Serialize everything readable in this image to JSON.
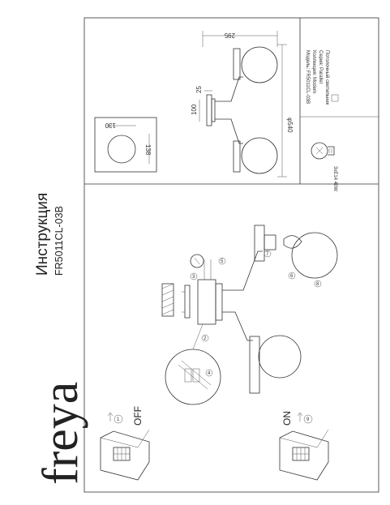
{
  "brand": "freya",
  "title": "Инструкция",
  "model_code": "FR5011CL-03B",
  "steps": [
    "1",
    "2",
    "3",
    "4",
    "5",
    "6",
    "7",
    "8",
    "9"
  ],
  "switch": {
    "off_label": "OFF",
    "on_label": "ON"
  },
  "dimensions": {
    "width": "295",
    "height": "φ540",
    "base_d": "100",
    "base_h": "25",
    "plate_w": "130",
    "plate_h": "138"
  },
  "lamp": {
    "label": "3хE14 40W"
  },
  "specs": {
    "model": "Модель: FR5011CL-03B",
    "collection": "Коллекция: Modern",
    "series": "Серия: Parallel",
    "type": "Потолочный светильник"
  }
}
